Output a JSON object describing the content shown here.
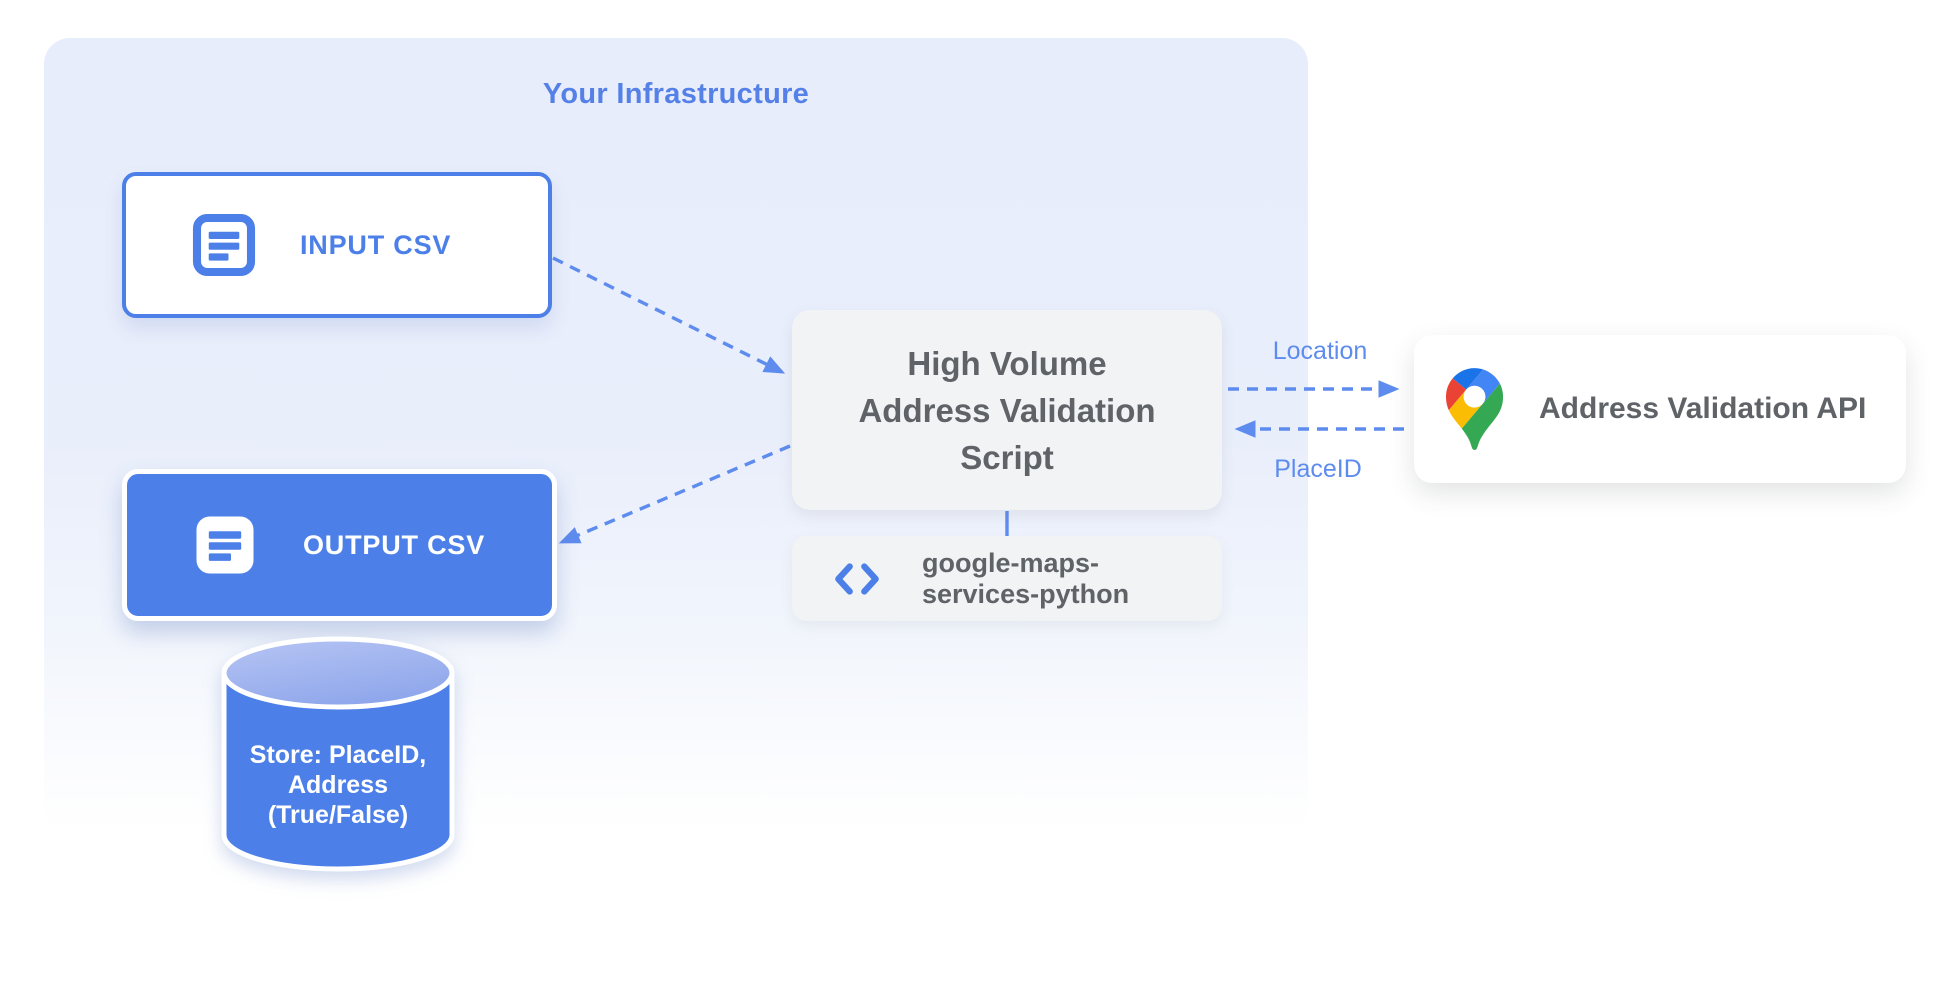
{
  "colors": {
    "brand_blue": "#4C80E8",
    "arrow_blue": "#5E8CEE",
    "label_blue": "#5480E8",
    "text_gray": "#5F6368",
    "box_gray": "#F1F3F4",
    "container_top": "#E7EDFB",
    "cylinder_top_light": "#B7C5F4",
    "cylinder_top_dark": "#8FA7EB",
    "pin_red": "#EA4335",
    "pin_dark_blue": "#1A73E8",
    "pin_blue": "#4285F4",
    "pin_yellow": "#FBBC04",
    "pin_green": "#34A853"
  },
  "container": {
    "title": "Your Infrastructure"
  },
  "nodes": {
    "input_csv": {
      "label": "INPUT CSV",
      "icon": "document-icon"
    },
    "output_csv": {
      "label": "OUTPUT CSV",
      "icon": "document-icon"
    },
    "script": {
      "lines": [
        "High Volume",
        "Address Validation",
        "Script"
      ]
    },
    "library": {
      "lines": [
        "google-maps-",
        "services-python"
      ],
      "icon": "code-icon"
    },
    "api": {
      "label": "Address Validation API",
      "icon": "google-maps-pin-icon"
    },
    "datastore": {
      "lines": [
        "Store: PlaceID,",
        "Address",
        "(True/False)"
      ]
    }
  },
  "edges": {
    "location_label": "Location",
    "placeid_label": "PlaceID"
  }
}
